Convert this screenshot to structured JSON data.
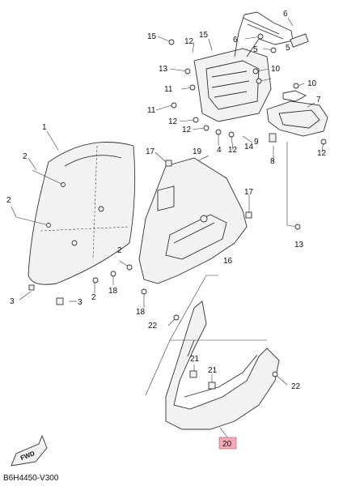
{
  "diagram_code": "B6H4450-V300",
  "fwd_label": "FWD",
  "highlight_color": "#f5a9b8",
  "callouts": {
    "c1": "1",
    "c2a": "2",
    "c2b": "2",
    "c2c": "2",
    "c2d": "2",
    "c3a": "3",
    "c3b": "3",
    "c4": "4",
    "c5a": "5",
    "c5b": "5",
    "c6a": "6",
    "c6b": "6",
    "c7": "7",
    "c8": "8",
    "c9": "9",
    "c10a": "10",
    "c10b": "10",
    "c11a": "11",
    "c11b": "11",
    "c12a": "12",
    "c12b": "12",
    "c12c": "12",
    "c12d": "12",
    "c12e": "12",
    "c13a": "13",
    "c13b": "13",
    "c14": "14",
    "c15a": "15",
    "c15b": "15",
    "c16": "16",
    "c17a": "17",
    "c17b": "17",
    "c18a": "18",
    "c18b": "18",
    "c19": "19",
    "c20": "20",
    "c21a": "21",
    "c21b": "21",
    "c22a": "22",
    "c22b": "22"
  }
}
